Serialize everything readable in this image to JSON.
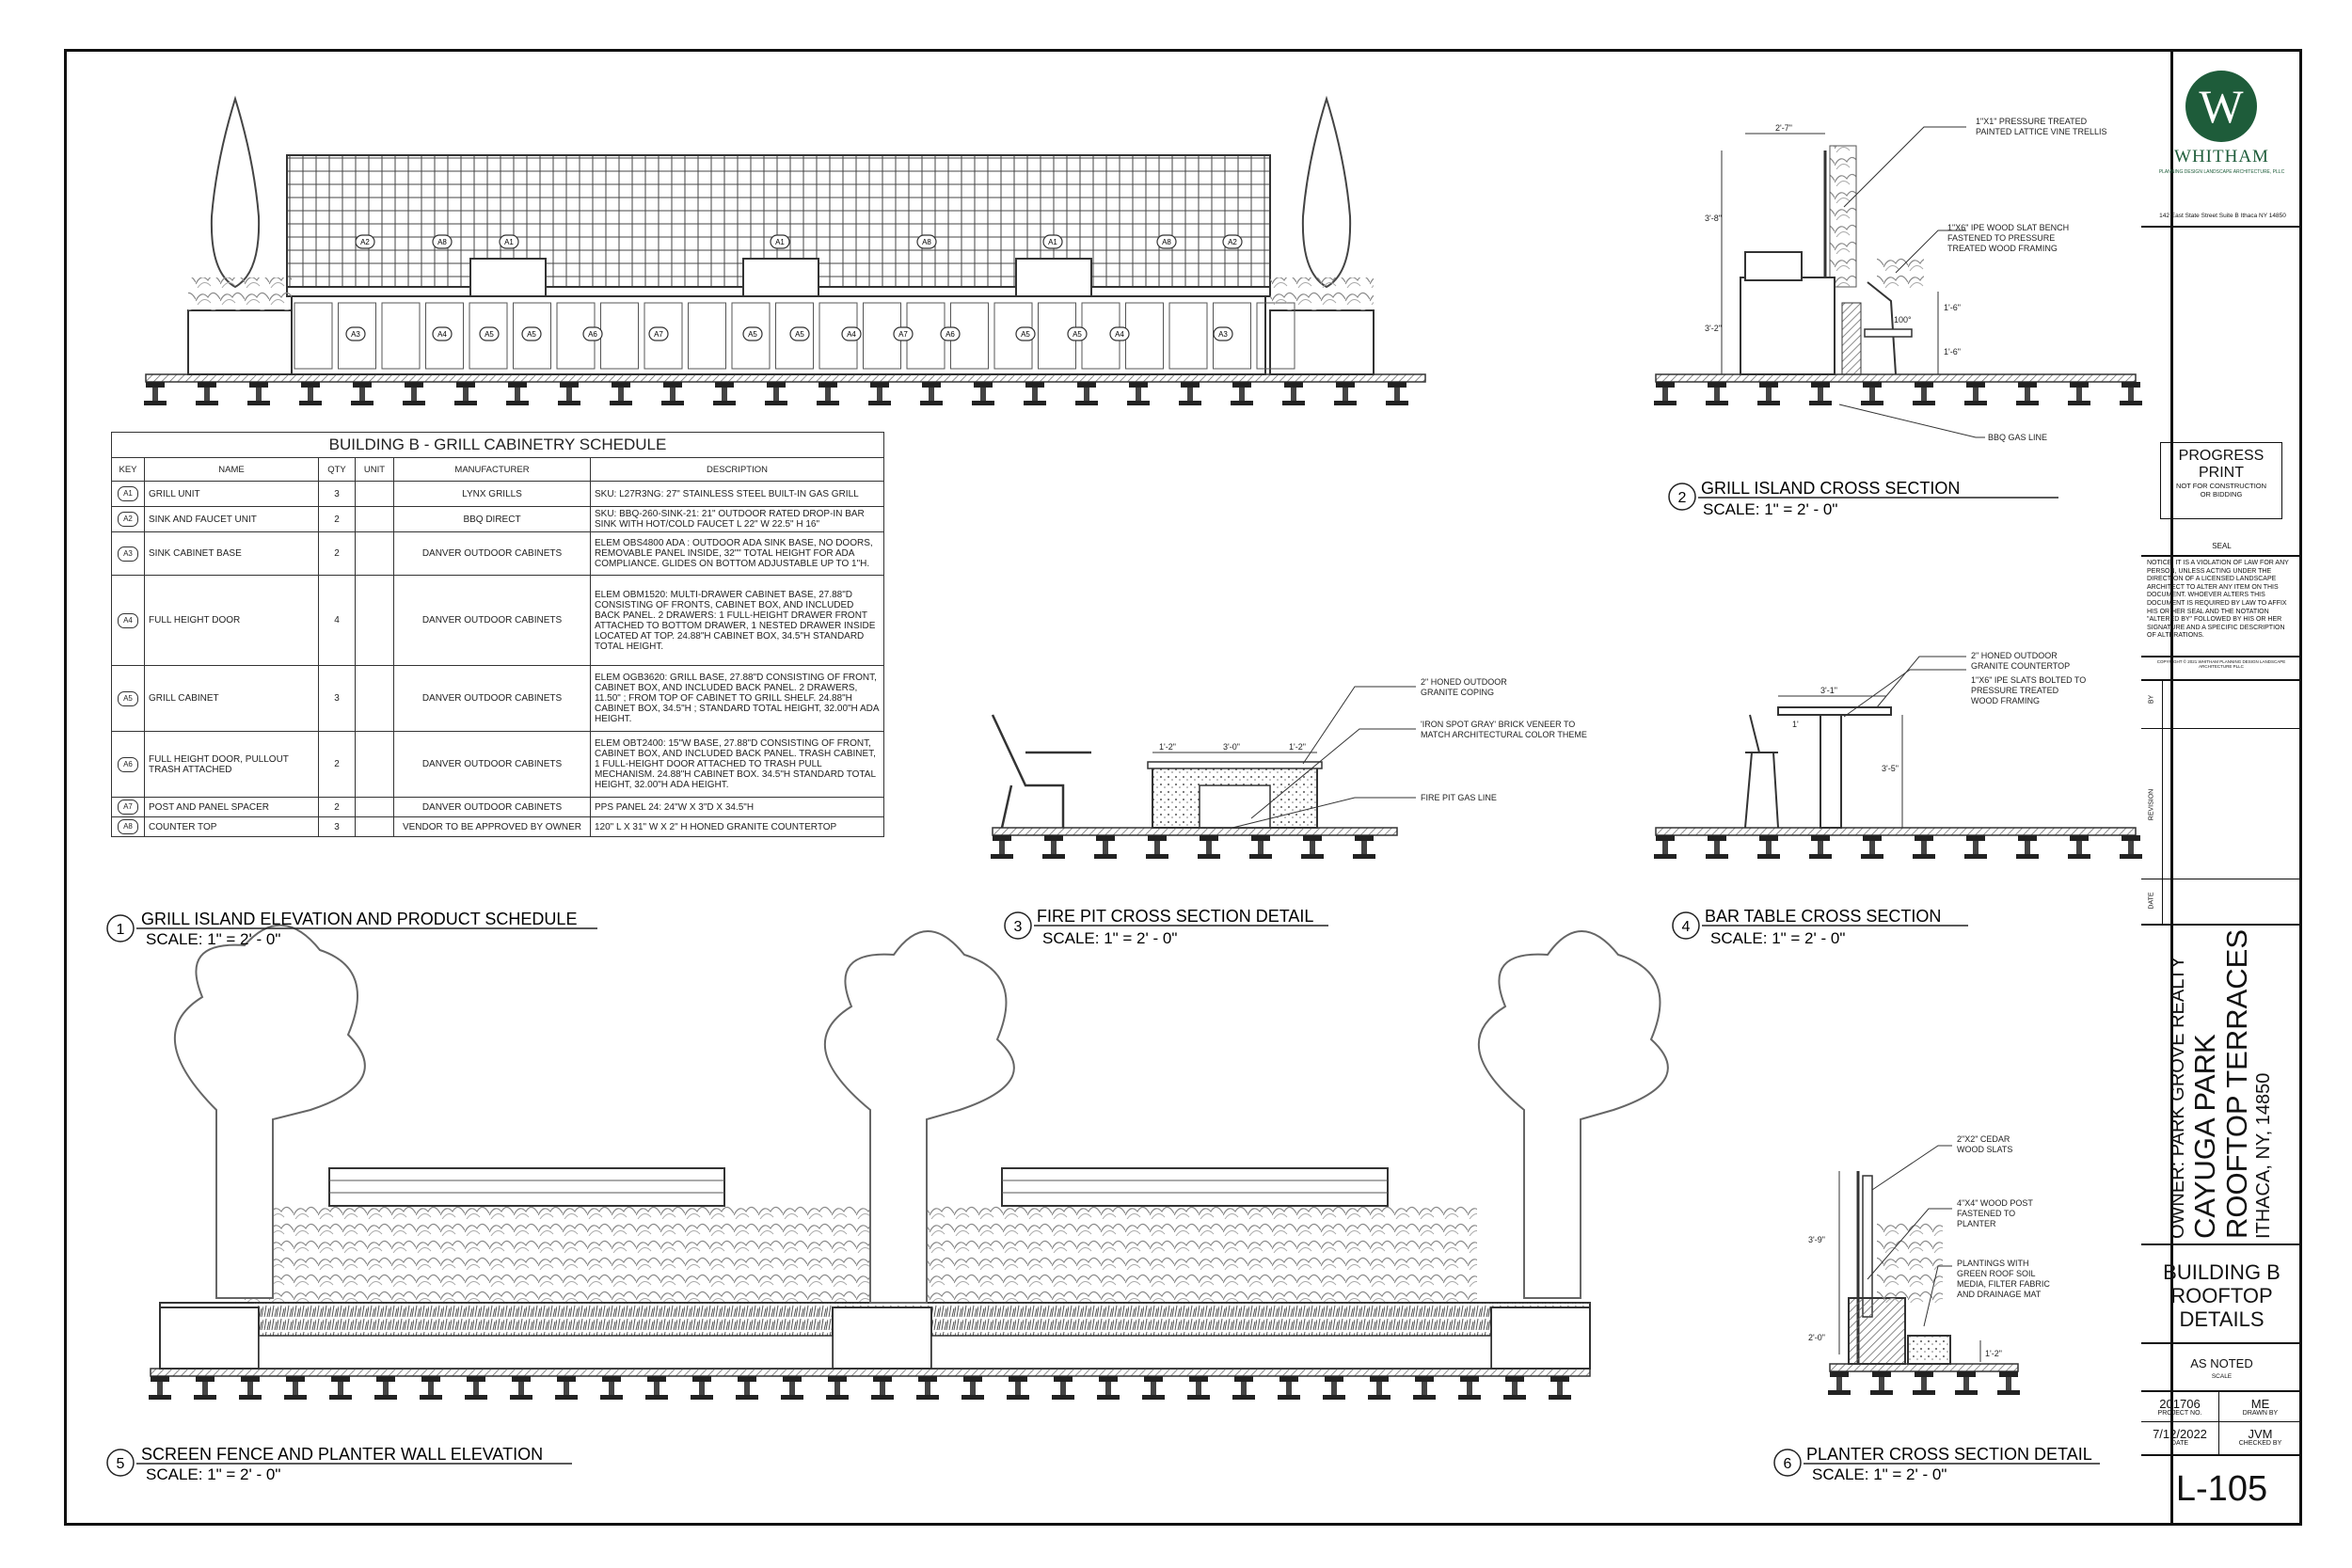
{
  "firm": {
    "initial": "W",
    "name": "WHITHAM",
    "tagline": "PLANNING DESIGN LANDSCAPE ARCHITECTURE, PLLC",
    "address": "142 East State Street Suite B Ithaca NY 14850",
    "brand_color": "#1e5c3a"
  },
  "stamp": {
    "title_1": "PROGRESS",
    "title_2": "PRINT",
    "note_1": "NOT FOR CONSTRUCTION",
    "note_2": "OR BIDDING"
  },
  "seal_label": "SEAL",
  "notice": "NOTICE: IT IS A VIOLATION OF LAW FOR ANY PERSON, UNLESS ACTING UNDER THE DIRECTION OF A LICENSED LANDSCAPE ARCHITECT TO ALTER ANY ITEM ON THIS DOCUMENT. WHOEVER ALTERS THIS DOCUMENT IS REQUIRED BY LAW TO AFFIX HIS OR HER SEAL AND THE NOTATION \"ALTERED BY\" FOLLOWED BY HIS OR HER SIGNATURE AND A SPECIFIC DESCRIPTION OF ALTERATIONS.",
  "copyright": "COPYRIGHT © 2021 WHITHAM PLANNING DESIGN LANDSCAPE ARCHITECTURE PLLC",
  "revision_cols": {
    "by": "BY",
    "revision": "REVISION",
    "date": "DATE"
  },
  "project": {
    "owner": "OWNER: PARK GROVE REALTY",
    "name_1": "CAYUGA PARK",
    "name_2": "ROOFTOP TERRACES",
    "location": "ITHACA, NY, 14850"
  },
  "sheet": {
    "title_1": "BUILDING B",
    "title_2": "ROOFTOP",
    "title_3": "DETAILS",
    "scale_value": "AS NOTED",
    "scale_label": "SCALE",
    "project_no": "201706",
    "project_no_label": "PROJECT NO.",
    "drawn_by": "ME",
    "drawn_by_label": "DRAWN BY",
    "date": "7/12/2022",
    "date_label": "DATE",
    "checked_by": "JVM",
    "checked_by_label": "CHECKED BY",
    "number": "L-105"
  },
  "schedule": {
    "title": "BUILDING B - GRILL CABINETRY SCHEDULE",
    "headers": [
      "KEY",
      "NAME",
      "QTY",
      "UNIT",
      "MANUFACTURER",
      "DESCRIPTION"
    ],
    "rows": [
      {
        "key": "A1",
        "name": "GRILL UNIT",
        "qty": "3",
        "unit": "",
        "manufacturer": "LYNX GRILLS",
        "description": "SKU: L27R3NG: 27\" STAINLESS STEEL BUILT-IN GAS GRILL"
      },
      {
        "key": "A2",
        "name": "SINK AND FAUCET UNIT",
        "qty": "2",
        "unit": "",
        "manufacturer": "BBQ DIRECT",
        "description": "SKU: BBQ-260-SINK-21: 21\" OUTDOOR RATED DROP-IN BAR SINK WITH HOT/COLD FAUCET L 22\" W 22.5\" H 16\""
      },
      {
        "key": "A3",
        "name": "SINK CABINET BASE",
        "qty": "2",
        "unit": "",
        "manufacturer": "DANVER OUTDOOR CABINETS",
        "description": "ELEM OBS4800 ADA : OUTDOOR ADA SINK BASE, NO DOORS, REMOVABLE PANEL INSIDE, 32\"\" TOTAL HEIGHT FOR ADA COMPLIANCE. GLIDES ON BOTTOM ADJUSTABLE UP TO 1\"H."
      },
      {
        "key": "A4",
        "name": "FULL HEIGHT DOOR",
        "qty": "4",
        "unit": "",
        "manufacturer": "DANVER OUTDOOR CABINETS",
        "description": "ELEM OBM1520: MULTI-DRAWER CABINET BASE, 27.88\"D CONSISTING OF FRONTS, CABINET BOX, AND INCLUDED BACK PANEL. 2 DRAWERS: 1 FULL-HEIGHT DRAWER FRONT ATTACHED TO BOTTOM DRAWER, 1 NESTED DRAWER INSIDE LOCATED AT TOP. 24.88\"H CABINET BOX, 34.5\"H STANDARD TOTAL HEIGHT."
      },
      {
        "key": "A5",
        "name": "GRILL CABINET",
        "qty": "3",
        "unit": "",
        "manufacturer": "DANVER OUTDOOR CABINETS",
        "description": "ELEM OGB3620: GRILL BASE, 27.88\"D CONSISTING OF FRONT, CABINET BOX, AND INCLUDED BACK PANEL. 2 DRAWERS, 11.50\" ; FROM TOP OF CABINET TO GRILL SHELF. 24.88\"H CABINET BOX, 34.5\"H ; STANDARD TOTAL HEIGHT, 32.00\"H ADA HEIGHT."
      },
      {
        "key": "A6",
        "name": "FULL HEIGHT DOOR, PULLOUT TRASH ATTACHED",
        "qty": "2",
        "unit": "",
        "manufacturer": "DANVER OUTDOOR CABINETS",
        "description": "ELEM OBT2400: 15\"W BASE, 27.88\"D CONSISTING OF FRONT, CABINET BOX, AND INCLUDED BACK PANEL. TRASH CABINET, 1 FULL-HEIGHT DOOR ATTACHED TO TRASH PULL MECHANISM. 24.88\"H CABINET BOX. 34.5\"H STANDARD TOTAL HEIGHT, 32.00\"H ADA HEIGHT."
      },
      {
        "key": "A7",
        "name": "POST AND PANEL SPACER",
        "qty": "2",
        "unit": "",
        "manufacturer": "DANVER OUTDOOR CABINETS",
        "description": "PPS PANEL 24: 24\"W X 3\"D X 34.5\"H"
      },
      {
        "key": "A8",
        "name": "COUNTER TOP",
        "qty": "3",
        "unit": "",
        "manufacturer": "VENDOR TO BE APPROVED BY OWNER",
        "description": "120\" L X 31\" W X 2\" H HONED GRANITE COUNTERTOP"
      }
    ]
  },
  "details": {
    "d1": {
      "num": "1",
      "title": "GRILL ISLAND ELEVATION AND PRODUCT SCHEDULE",
      "scale": "SCALE: 1\" = 2' - 0\""
    },
    "d2": {
      "num": "2",
      "title": "GRILL ISLAND CROSS SECTION",
      "scale": "SCALE:        1\" = 2' - 0\""
    },
    "d3": {
      "num": "3",
      "title": "FIRE PIT CROSS SECTION DETAIL",
      "scale": "SCALE: 1\" = 2' - 0\""
    },
    "d4": {
      "num": "4",
      "title": "BAR TABLE CROSS SECTION",
      "scale": "SCALE: 1\" = 2' - 0\""
    },
    "d5": {
      "num": "5",
      "title": "SCREEN FENCE AND PLANTER WALL ELEVATION",
      "scale": "SCALE: 1\" = 2' - 0\""
    },
    "d6": {
      "num": "6",
      "title": "PLANTER CROSS SECTION DETAIL",
      "scale": "SCALE: 1\" = 2' - 0\""
    }
  },
  "elevation1_tags": {
    "upper": [
      "A2",
      "A8",
      "A1",
      "A1",
      "A8",
      "A1",
      "A8",
      "A2"
    ],
    "lower": [
      "A3",
      "A4",
      "A5",
      "A5",
      "A6",
      "A7",
      "A5",
      "A5",
      "A4",
      "A7",
      "A6",
      "A5",
      "A5",
      "A4",
      "A3"
    ]
  },
  "notes": {
    "d2_trellis": [
      "1\"X1\" PRESSURE TREATED",
      "PAINTED LATTICE VINE TRELLIS"
    ],
    "d2_bench": [
      "1\"X6\" IPE WOOD SLAT BENCH",
      "FASTENED TO PRESSURE",
      "TREATED WOOD FRAMING"
    ],
    "d2_gas": [
      "BBQ GAS LINE"
    ],
    "d2_dims": {
      "top": "2'-7\"",
      "left_upper": "3'-8\"",
      "left_lower": "3'-2\"",
      "right_upper": "1'-6\"",
      "right_lower": "1'-6\"",
      "angle": "100°"
    },
    "d3_coping": [
      "2\" HONED OUTDOOR",
      "GRANITE COPING"
    ],
    "d3_veneer": [
      "'IRON SPOT GRAY' BRICK VENEER TO",
      "MATCH ARCHITECTURAL COLOR THEME"
    ],
    "d3_gas": [
      "FIRE PIT GAS LINE"
    ],
    "d3_dims": {
      "a": "1'-2\"",
      "b": "3'-0\"",
      "c": "1'-2\""
    },
    "d4_counter": [
      "2\" HONED OUTDOOR",
      "GRANITE COUNTERTOP"
    ],
    "d4_slats": [
      "1\"X6\" IPE SLATS BOLTED TO",
      "PRESSURE TREATED",
      "WOOD FRAMING"
    ],
    "d4_dims": {
      "top": "3'-1\"",
      "over": "1'",
      "height": "3'-5\""
    },
    "d6_slats": [
      "2\"X2\" CEDAR",
      "WOOD SLATS"
    ],
    "d6_post": [
      "4\"X4\" WOOD POST",
      "FASTENED TO",
      "PLANTER"
    ],
    "d6_plant": [
      "PLANTINGS WITH",
      "GREEN ROOF SOIL",
      "MEDIA, FILTER FABRIC",
      "AND DRAINAGE MAT"
    ],
    "d6_dims": {
      "upper": "3'-9\"",
      "lower": "2'-0\"",
      "right": "1'-2\""
    }
  }
}
